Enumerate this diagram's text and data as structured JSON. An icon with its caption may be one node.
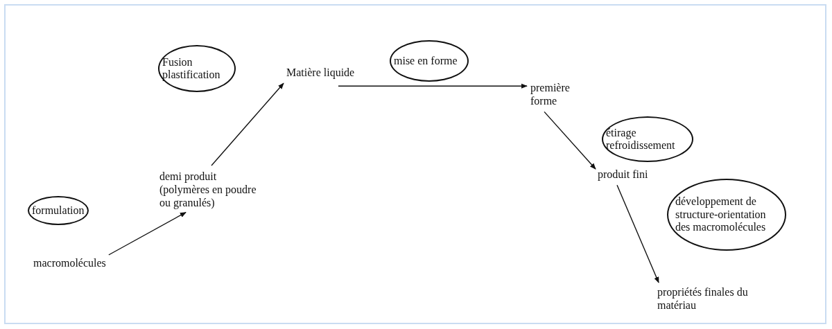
{
  "diagram": {
    "nodes": [
      {
        "text": [
          "formulation"
        ]
      },
      {
        "text": [
          "macromolécules"
        ]
      },
      {
        "text": [
          "demi produit (polymères en poudre ou granulés)"
        ]
      },
      {
        "text": [
          "Fusion plastification"
        ]
      },
      {
        "text": [
          "Matière liquide"
        ]
      },
      {
        "text": [
          "mise en forme"
        ]
      },
      {
        "text": [
          "première forme"
        ]
      },
      {
        "text": [
          "étirage refroidissement"
        ]
      },
      {
        "text": [
          "produit fini"
        ]
      },
      {
        "text": [
          "développement de structure-orientation des macromolécules"
        ]
      },
      {
        "text": [
          "propriétés finales du matériau"
        ]
      }
    ],
    "edges": [
      {
        "from": 1,
        "to": 2,
        "arrow": "to"
      },
      {
        "from": 2,
        "to": 4,
        "arrow": "to"
      },
      {
        "from": 4,
        "to": 6,
        "arrow": "to"
      },
      {
        "from": 6,
        "to": 8,
        "arrow": "to"
      },
      {
        "from": 8,
        "to": 10,
        "arrow": "to"
      }
    ]
  }
}
